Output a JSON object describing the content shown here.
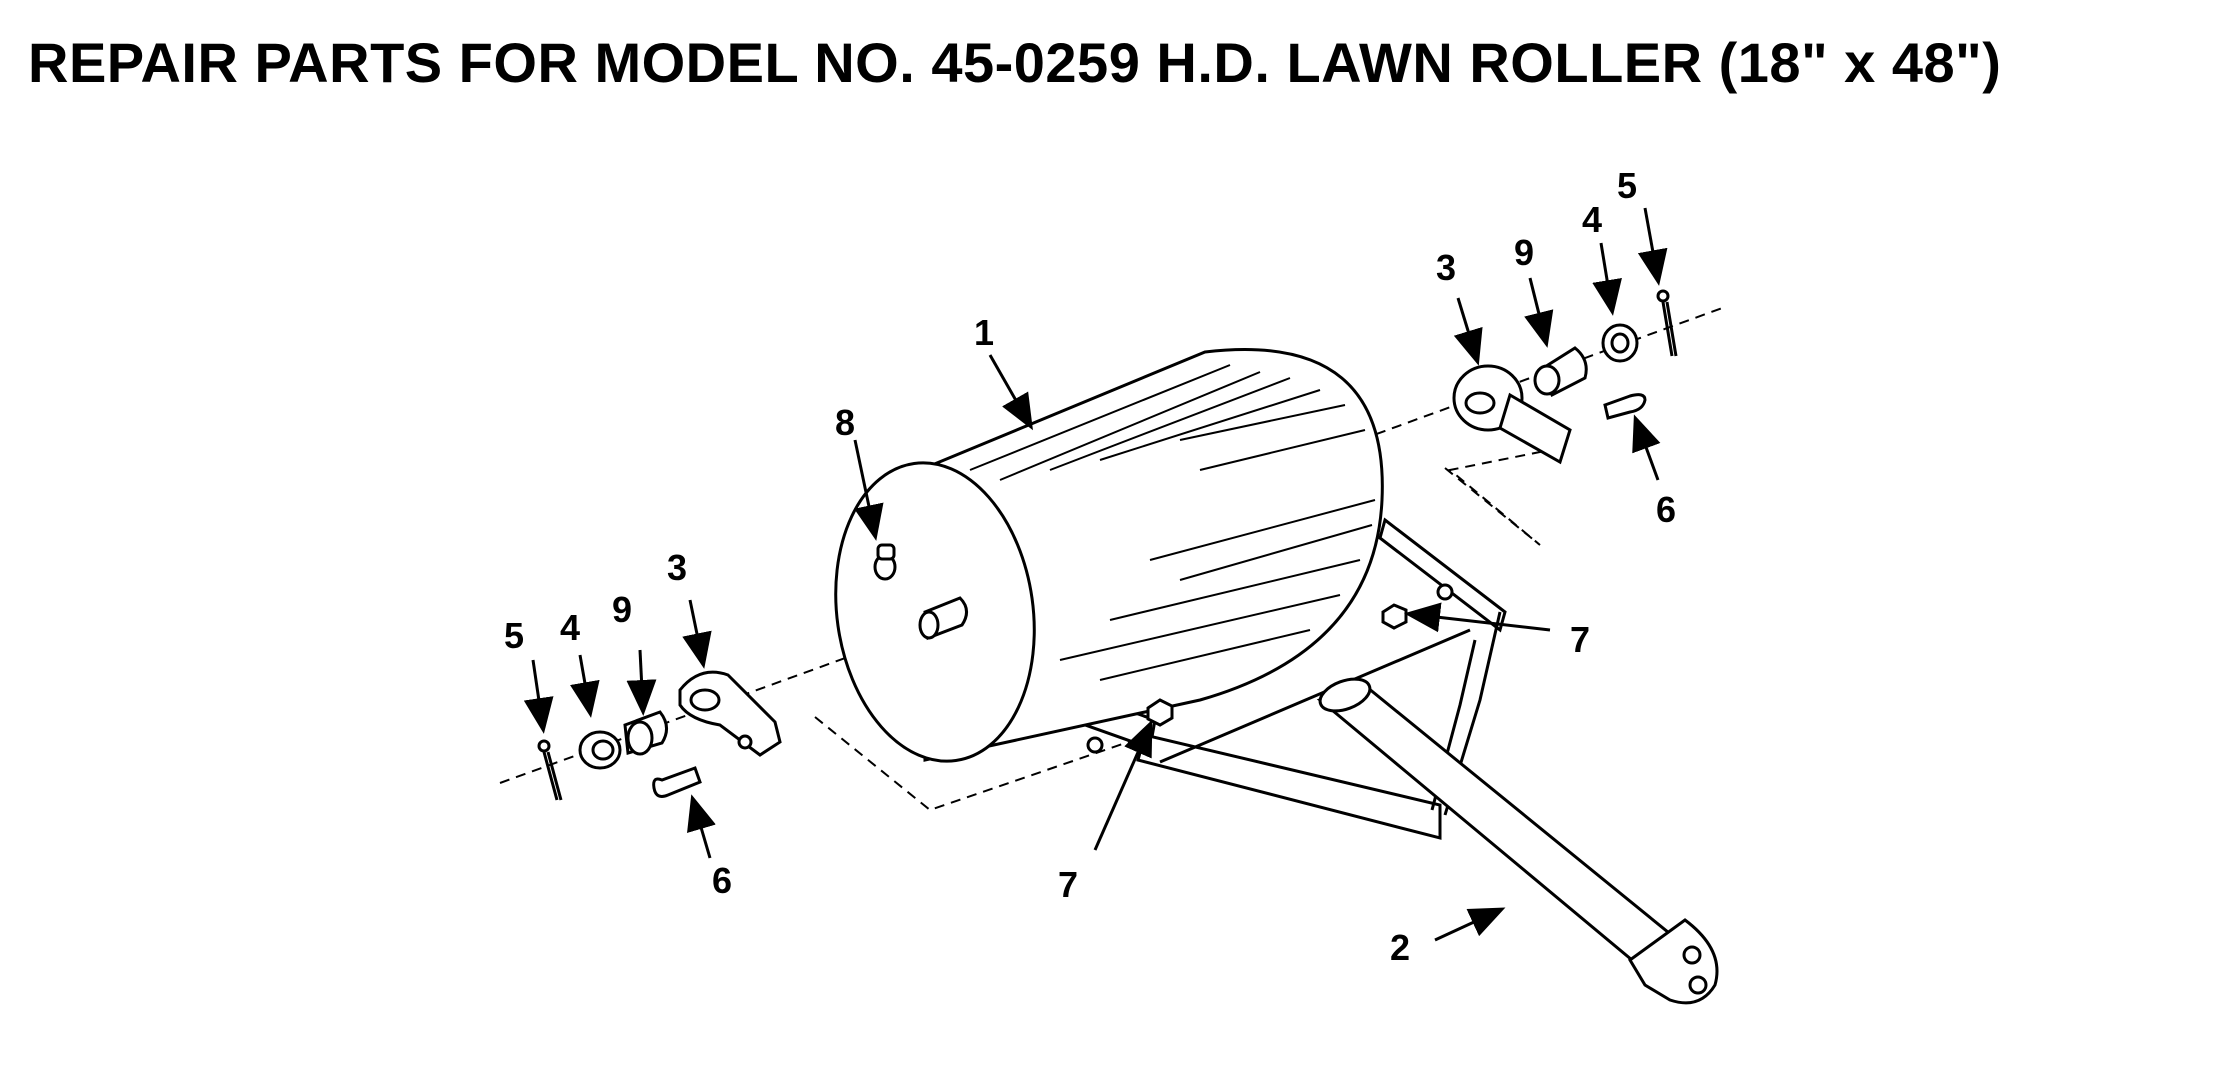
{
  "title": "REPAIR PARTS FOR MODEL NO. 45-0259  H.D. LAWN ROLLER (18\" x 48\")",
  "callouts": {
    "drum": "1",
    "handle": "2",
    "bracket_left": "3",
    "bracket_right": "3",
    "washer_left": "4",
    "washer_right": "4",
    "cotter_pin_left": "5",
    "cotter_pin_right": "5",
    "bolt_left": "6",
    "bolt_right": "6",
    "nut_front": "7",
    "nut_rear": "7",
    "drain_plug": "8",
    "bushing_left": "9",
    "bushing_right": "9"
  }
}
